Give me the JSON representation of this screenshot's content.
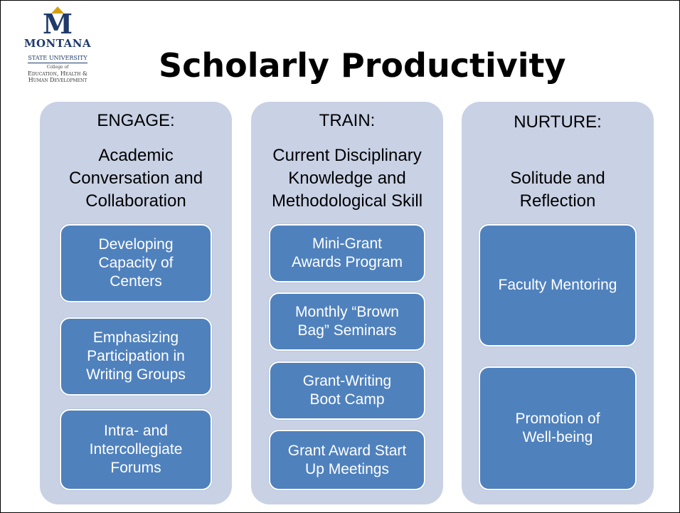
{
  "logo": {
    "letter": "M",
    "name": "MONTANA",
    "line2": "STATE UNIVERSITY",
    "line3": "College of",
    "line4a": "Education, Health &",
    "line4b": "Human Development"
  },
  "title": "Scholarly Productivity",
  "columns": [
    {
      "heading": "ENGAGE:",
      "subtitle": [
        "Academic",
        "Conversation and",
        "Collaboration"
      ],
      "boxes": [
        [
          "Developing",
          "Capacity of",
          "Centers"
        ],
        [
          "Emphasizing",
          "Participation in",
          "Writing Groups"
        ],
        [
          "Intra- and",
          "Intercollegiate",
          "Forums"
        ]
      ]
    },
    {
      "heading": "TRAIN:",
      "subtitle": [
        "Current Disciplinary",
        "Knowledge and",
        "Methodological Skill"
      ],
      "boxes": [
        [
          "Mini-Grant",
          "Awards Program"
        ],
        [
          "Monthly “Brown",
          "Bag” Seminars"
        ],
        [
          "Grant-Writing",
          "Boot Camp"
        ],
        [
          "Grant Award Start",
          "Up Meetings"
        ]
      ]
    },
    {
      "heading": "NURTURE:",
      "subtitle": [
        "Solitude and",
        "Reflection"
      ],
      "boxes": [
        [
          "Faculty Mentoring"
        ],
        [
          "Promotion of",
          "Well-being"
        ]
      ]
    }
  ]
}
